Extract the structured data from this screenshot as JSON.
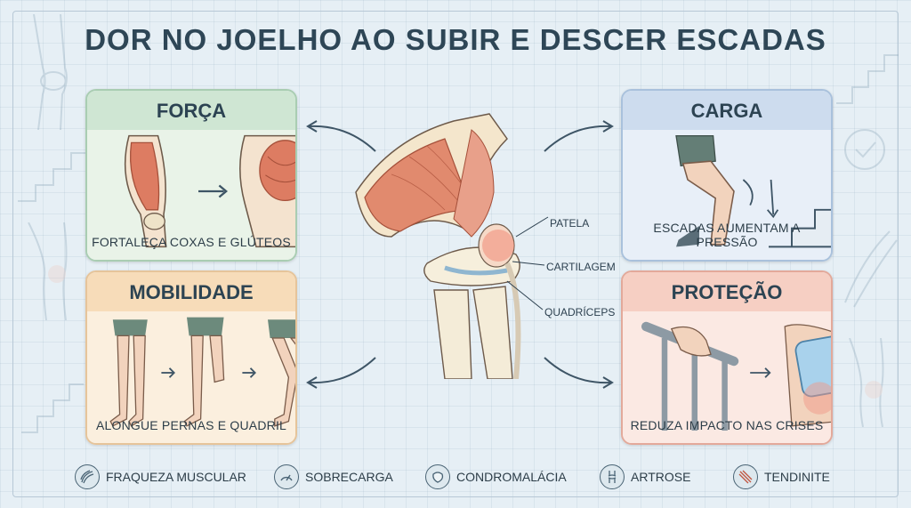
{
  "title": "DOR NO JOELHO AO SUBIR E DESCER ESCADAS",
  "cards": {
    "forca": {
      "title": "FORÇA",
      "caption": "FORTALEÇA COXAS E GLÚTEOS"
    },
    "carga": {
      "title": "CARGA",
      "caption": "ESCADAS AUMENTAM A PRESSÃO"
    },
    "mobilidade": {
      "title": "MOBILIDADE",
      "caption": "ALONGUE PERNAS E QUADRIL"
    },
    "protecao": {
      "title": "PROTEÇÃO",
      "caption": "REDUZA IMPACTO NAS CRISES"
    }
  },
  "knee_labels": {
    "patela": "PATELA",
    "cartilagem": "CARTILAGEM",
    "quadriceps": "QUADRÍCEPS"
  },
  "footer": [
    {
      "label": "FRAQUEZA MUSCULAR",
      "icon": "muscle-fiber-icon"
    },
    {
      "label": "SOBRECARGA",
      "icon": "gauge-icon"
    },
    {
      "label": "CONDROMALÁCIA",
      "icon": "cartilage-icon"
    },
    {
      "label": "ARTROSE",
      "icon": "joint-icon"
    },
    {
      "label": "TENDINITE",
      "icon": "tendon-icon"
    }
  ],
  "colors": {
    "title": "#2e4656",
    "forca": "#cfe6d3",
    "carga": "#cddcee",
    "mobilidade": "#f7dcb9",
    "protecao": "#f6cfc3",
    "muscle": "#e08a6c",
    "bone": "#f3ead2"
  }
}
